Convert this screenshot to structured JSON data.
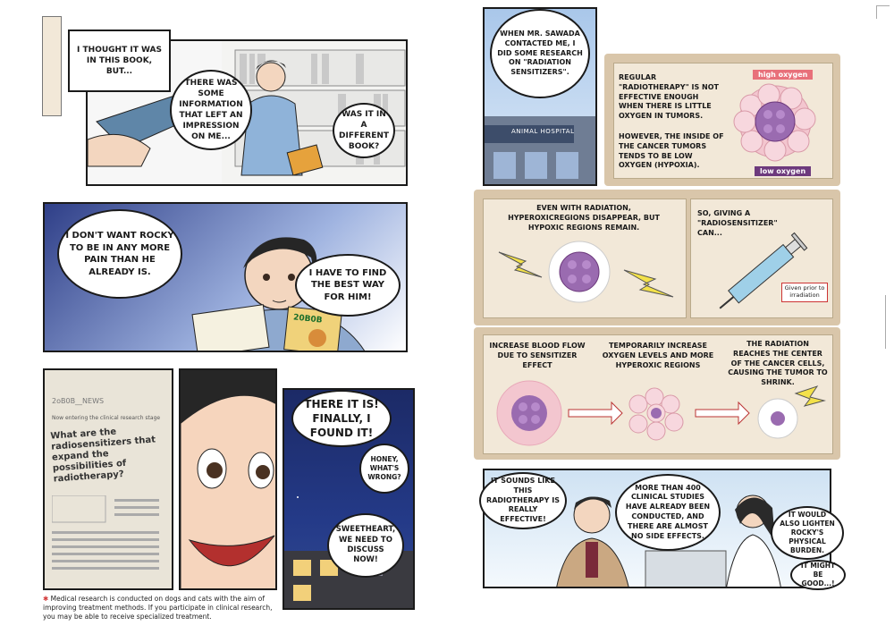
{
  "left_page": {
    "panel1": {
      "bubble1": "I THOUGHT IT WAS IN THIS BOOK, BUT...",
      "bubble2": "THERE WAS SOME INFORMATION THAT LEFT AN IMPRESSION ON ME...",
      "bubble3": "WAS IT IN A DIFFERENT BOOK?"
    },
    "panel2": {
      "bubble1": "I DON'T WANT ROCKY TO BE IN ANY MORE PAIN THAN HE ALREADY IS.",
      "bubble2": "I HAVE TO FIND THE BEST WAY FOR HIM!",
      "book_cover": "20B0B"
    },
    "panel3": {
      "news_header": "2oB0B__NEWS",
      "news_subtitle": "Now entering the clinical research stage",
      "news_headline": "What are the radiosensitizers that expand the possibilities of radiotherapy?"
    },
    "panel5": {
      "burst1": "THERE IT IS! FINALLY, I FOUND IT!",
      "bubble_small": "HONEY, WHAT'S WRONG?",
      "bubble_bottom": "SWEETHEART, WE NEED TO DISCUSS NOW!"
    },
    "footnote": "Medical research is conducted on dogs and cats with the aim of improving treatment methods. If you participate in clinical research, you may be able to receive specialized treatment."
  },
  "right_page": {
    "panel1": {
      "bubble": "WHEN MR. SAWADA CONTACTED ME, I DID SOME RESEARCH ON \"RADIATION SENSITIZERS\".",
      "sign": "ANIMAL HOSPITAL"
    },
    "info1": {
      "text1": "REGULAR \"RADIOTHERAPY\" IS NOT EFFECTIVE ENOUGH WHEN THERE IS LITTLE OXYGEN IN TUMORS.",
      "text2": "HOWEVER, THE INSIDE OF THE CANCER TUMORS TENDS TO BE LOW OXYGEN (HYPOXIA).",
      "label_high": "high oxygen",
      "label_low": "low oxygen"
    },
    "info2": {
      "text_left": "EVEN WITH RADIATION, HYPEROXICREGIONS DISAPPEAR, BUT HYPOXIC REGIONS REMAIN.",
      "text_right": "SO, GIVING A \"RADIOSENSITIZER\" CAN...",
      "syringe_note": "Given prior to irradiation"
    },
    "info3": {
      "step1": "INCREASE BLOOD FLOW DUE TO SENSITIZER EFFECT",
      "step2": "TEMPORARILY INCREASE OXYGEN LEVELS AND MORE HYPEROXIC REGIONS",
      "step3": "THE RADIATION REACHES THE CENTER OF THE CANCER CELLS, CAUSING THE TUMOR TO SHRINK."
    },
    "panel_last": {
      "bubble1": "IT SOUNDS LIKE THIS RADIOTHERAPY IS REALLY EFFECTIVE!",
      "bubble2": "MORE THAN 400 CLINICAL STUDIES HAVE ALREADY BEEN CONDUCTED, AND THERE ARE ALMOST NO SIDE EFFECTS.",
      "bubble3": "IT WOULD ALSO LIGHTEN ROCKY'S PHYSICAL BURDEN.",
      "bubble4": "IT MIGHT BE GOOD...!"
    }
  },
  "colors": {
    "tan": "#d9c6aa",
    "high_oxygen": "#e8707a",
    "low_oxygen": "#6d3a7d",
    "tumor_pink": "#f3c6cf",
    "tumor_purple": "#9a6bb0"
  }
}
